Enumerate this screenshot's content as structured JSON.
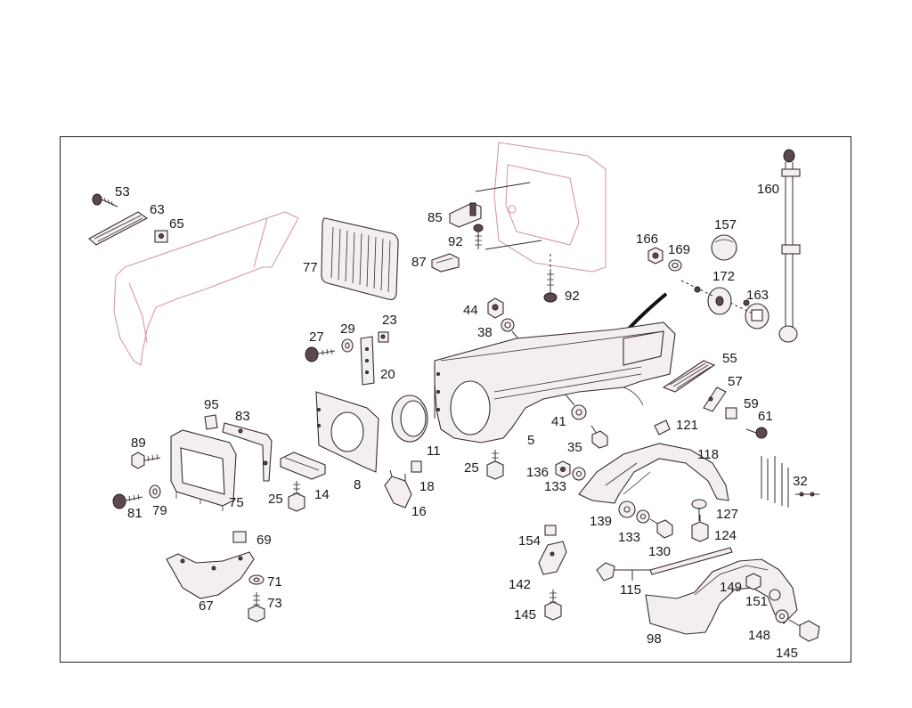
{
  "diagram": {
    "labels": [
      {
        "id": "53",
        "text": "53"
      },
      {
        "id": "63",
        "text": "63"
      },
      {
        "id": "65",
        "text": "65"
      },
      {
        "id": "77",
        "text": "77"
      },
      {
        "id": "85",
        "text": "85"
      },
      {
        "id": "92a",
        "text": "92"
      },
      {
        "id": "87",
        "text": "87"
      },
      {
        "id": "92b",
        "text": "92"
      },
      {
        "id": "160",
        "text": "160"
      },
      {
        "id": "166",
        "text": "166"
      },
      {
        "id": "157",
        "text": "157"
      },
      {
        "id": "169",
        "text": "169"
      },
      {
        "id": "172",
        "text": "172"
      },
      {
        "id": "163",
        "text": "163"
      },
      {
        "id": "44",
        "text": "44"
      },
      {
        "id": "38",
        "text": "38"
      },
      {
        "id": "27",
        "text": "27"
      },
      {
        "id": "29",
        "text": "29"
      },
      {
        "id": "23",
        "text": "23"
      },
      {
        "id": "20",
        "text": "20"
      },
      {
        "id": "55",
        "text": "55"
      },
      {
        "id": "57",
        "text": "57"
      },
      {
        "id": "59",
        "text": "59"
      },
      {
        "id": "61",
        "text": "61"
      },
      {
        "id": "95",
        "text": "95"
      },
      {
        "id": "83",
        "text": "83"
      },
      {
        "id": "89",
        "text": "89"
      },
      {
        "id": "81",
        "text": "81"
      },
      {
        "id": "79",
        "text": "79"
      },
      {
        "id": "75",
        "text": "75"
      },
      {
        "id": "25a",
        "text": "25"
      },
      {
        "id": "14",
        "text": "14"
      },
      {
        "id": "8",
        "text": "8"
      },
      {
        "id": "11",
        "text": "11"
      },
      {
        "id": "18",
        "text": "18"
      },
      {
        "id": "16",
        "text": "16"
      },
      {
        "id": "5",
        "text": "5"
      },
      {
        "id": "41",
        "text": "41"
      },
      {
        "id": "35",
        "text": "35"
      },
      {
        "id": "25b",
        "text": "25"
      },
      {
        "id": "121",
        "text": "121"
      },
      {
        "id": "118",
        "text": "118"
      },
      {
        "id": "136",
        "text": "136"
      },
      {
        "id": "133a",
        "text": "133"
      },
      {
        "id": "32",
        "text": "32"
      },
      {
        "id": "127",
        "text": "127"
      },
      {
        "id": "139",
        "text": "139"
      },
      {
        "id": "133b",
        "text": "133"
      },
      {
        "id": "124",
        "text": "124"
      },
      {
        "id": "130",
        "text": "130"
      },
      {
        "id": "69",
        "text": "69"
      },
      {
        "id": "154",
        "text": "154"
      },
      {
        "id": "71",
        "text": "71"
      },
      {
        "id": "67",
        "text": "67"
      },
      {
        "id": "73",
        "text": "73"
      },
      {
        "id": "142",
        "text": "142"
      },
      {
        "id": "115",
        "text": "115"
      },
      {
        "id": "149",
        "text": "149"
      },
      {
        "id": "151",
        "text": "151"
      },
      {
        "id": "145a",
        "text": "145"
      },
      {
        "id": "148",
        "text": "148"
      },
      {
        "id": "98",
        "text": "98"
      },
      {
        "id": "145b",
        "text": "145"
      }
    ]
  },
  "colors": {
    "ghost_outline": "#d49aa6",
    "part_stroke": "#3a2a2e",
    "label": "#1a1a1a",
    "frame": "#222222"
  }
}
